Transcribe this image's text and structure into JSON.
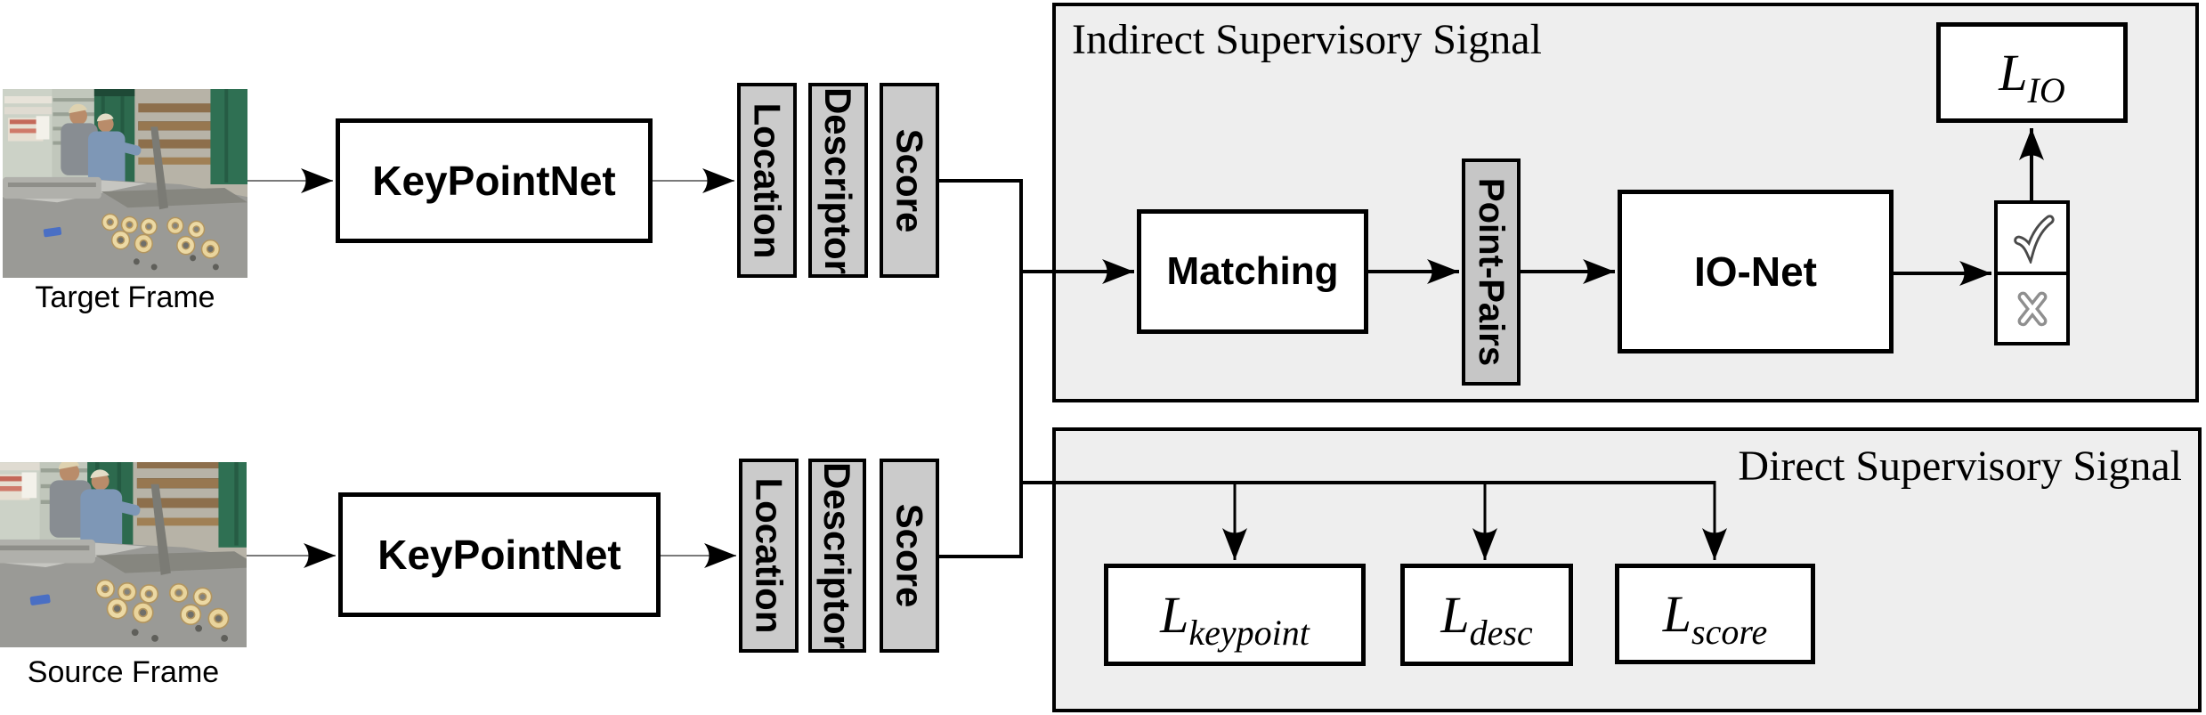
{
  "figure": {
    "colors": {
      "background": "#ffffff",
      "panel_fill": "#eeeeee",
      "io_box_fill": "#cbcbcb",
      "process_box_fill": "#ffffff",
      "border": "#000000",
      "thin_connector": "#7a7a7a"
    }
  },
  "frames": {
    "target": {
      "label": "Target Frame",
      "description": "Photo of a bakery production line: two workers in caps beside racks and green curtains, stainless-steel donut conveyor in the foreground"
    },
    "source": {
      "label": "Source Frame",
      "description": "Photo of the same bakery production line seen from a slightly different viewpoint"
    }
  },
  "keypointnet": {
    "top_label": "KeyPointNet",
    "bottom_label": "KeyPointNet"
  },
  "outputs": {
    "location": "Location",
    "descriptor": "Descriptor",
    "score": "Score"
  },
  "indirect": {
    "title": "Indirect Supervisory Signal",
    "matching_label": "Matching",
    "point_pairs_label": "Point-Pairs",
    "io_net_label": "IO-Net",
    "verdict": {
      "inlier_icon": "check-icon",
      "inlier_glyph": "✓",
      "outlier_icon": "cross-icon",
      "outlier_glyph": "✗"
    },
    "loss": {
      "base": "L",
      "sub": "IO"
    }
  },
  "direct": {
    "title": "Direct Supervisory Signal",
    "losses": [
      {
        "base": "L",
        "sub": "keypoint"
      },
      {
        "base": "L",
        "sub": "desc"
      },
      {
        "base": "L",
        "sub": "score"
      }
    ]
  }
}
